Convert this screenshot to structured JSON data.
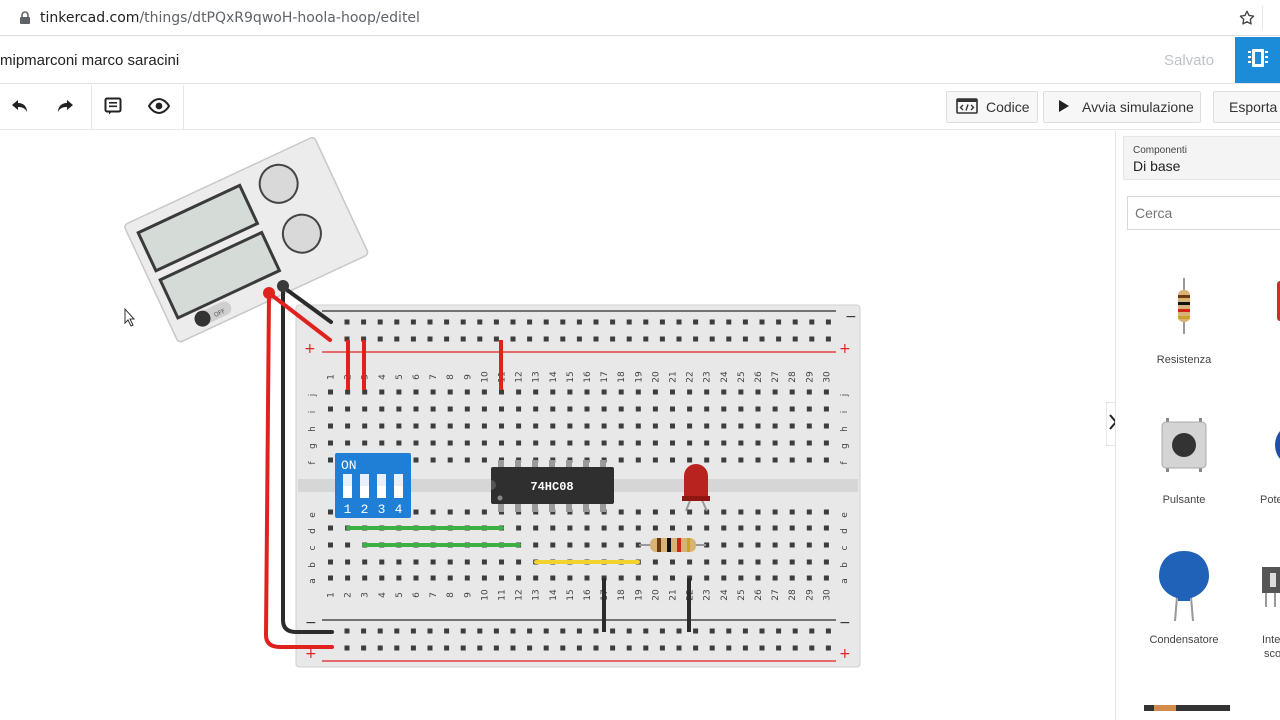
{
  "browser": {
    "url_host": "tinkercad.com",
    "url_path": "/things/dtPQxR9qwoH-hoola-hoop/editel"
  },
  "header": {
    "project_title": "mipmarconi marco saracini",
    "saved_status": "Salvato"
  },
  "toolbar": {
    "code_label": "Codice",
    "simulate_label": "Avvia simulazione",
    "export_label": "Esporta"
  },
  "panel": {
    "selector_label": "Componenti",
    "selector_value": "Di base",
    "search_placeholder": "Cerca",
    "components": [
      {
        "name": "Resistenza"
      },
      {
        "name": "Pulsante"
      },
      {
        "name": "Condensatore"
      },
      {
        "name": "Pote"
      },
      {
        "name": "Inte"
      },
      {
        "name": "sco"
      }
    ]
  },
  "circuit": {
    "chip_label": "74HC08",
    "dip_label": "ON",
    "dip_numbers": [
      "1",
      "2",
      "3",
      "4"
    ],
    "rail_plus": "+",
    "rail_minus": "−",
    "rows_top": [
      "j",
      "i",
      "h",
      "g",
      "f"
    ],
    "rows_bottom": [
      "e",
      "d",
      "c",
      "b",
      "a"
    ],
    "supply_off": "OFF"
  },
  "colors": {
    "accent": "#1c8bd8",
    "wire_red": "#e0221f",
    "wire_black": "#2b2b2b",
    "wire_green": "#3cb043",
    "wire_yellow": "#f2d22e",
    "dip_blue": "#1f7fd6"
  }
}
